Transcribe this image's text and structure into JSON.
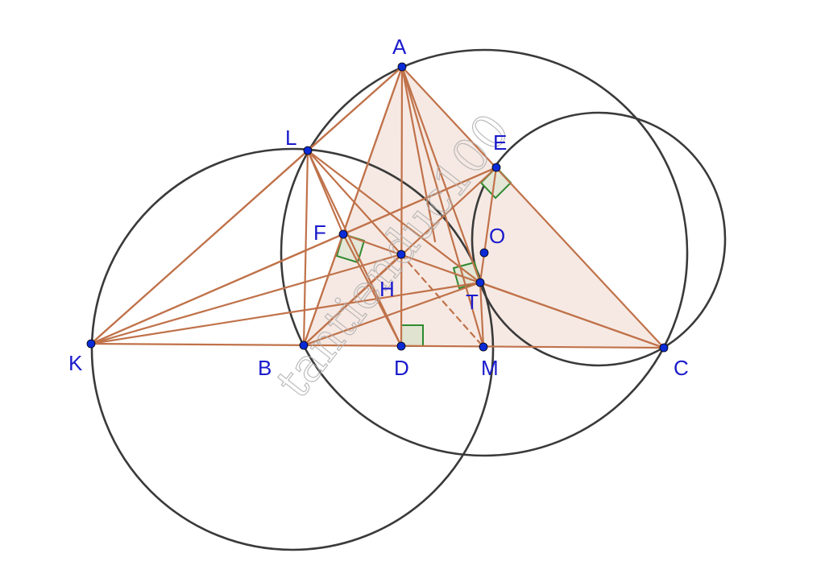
{
  "points": [
    {
      "id": "A",
      "label": "A"
    },
    {
      "id": "B",
      "label": "B"
    },
    {
      "id": "C",
      "label": "C"
    },
    {
      "id": "D",
      "label": "D"
    },
    {
      "id": "E",
      "label": "E"
    },
    {
      "id": "F",
      "label": "F"
    },
    {
      "id": "H",
      "label": "H"
    },
    {
      "id": "K",
      "label": "K"
    },
    {
      "id": "L",
      "label": "L"
    },
    {
      "id": "M",
      "label": "M"
    },
    {
      "id": "O",
      "label": "O"
    },
    {
      "id": "T",
      "label": "T"
    }
  ],
  "watermark": {
    "text": "tantienduc100"
  },
  "colors": {
    "segment": "#c0724a",
    "circle": "#3a3a3a",
    "point": "#0a2bd6",
    "label": "#1a1acc",
    "fill": "#f3e2da",
    "right_angle": "#2f8a2f",
    "right_angle_fill": "#dfe3cf"
  }
}
